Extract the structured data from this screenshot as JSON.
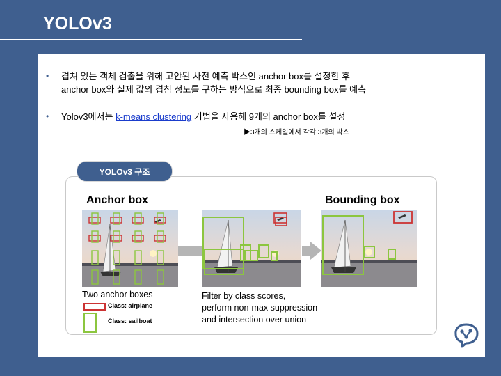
{
  "slide": {
    "title": "YOLOv3"
  },
  "bullets": {
    "b1_line1": "겹쳐 있는 객체 검출을 위해 고안된 사전 예측 박스인 anchor box를 설정한 후",
    "b1_line2": "anchor box와 실제 값의 겹침 정도를 구하는 방식으로 최종 bounding box를 예측",
    "b2_pre": "Yolov3에서는 ",
    "b2_link": "k-means clustering",
    "b2_post": " 기법을 사용해 9개의 anchor box를 설정",
    "note": "▶3개의 스케일에서 각각 3개의 박스"
  },
  "diagram": {
    "pill_label": "YOLOv3 구조",
    "anchor_heading": "Anchor box",
    "bounding_heading": "Bounding box",
    "caption_left": "Two anchor boxes",
    "legend_airplane": "Class: airplane",
    "legend_sailboat": "Class: sailboat",
    "caption_mid_1": "Filter by class scores,",
    "caption_mid_2": "perform non-max suppression",
    "caption_mid_3": "and intersection over union"
  },
  "colors": {
    "background": "#3f5f8f",
    "airplane_box": "#cc3333",
    "sailboat_box": "#8cc63f",
    "arrow": "#b5b5b5"
  }
}
